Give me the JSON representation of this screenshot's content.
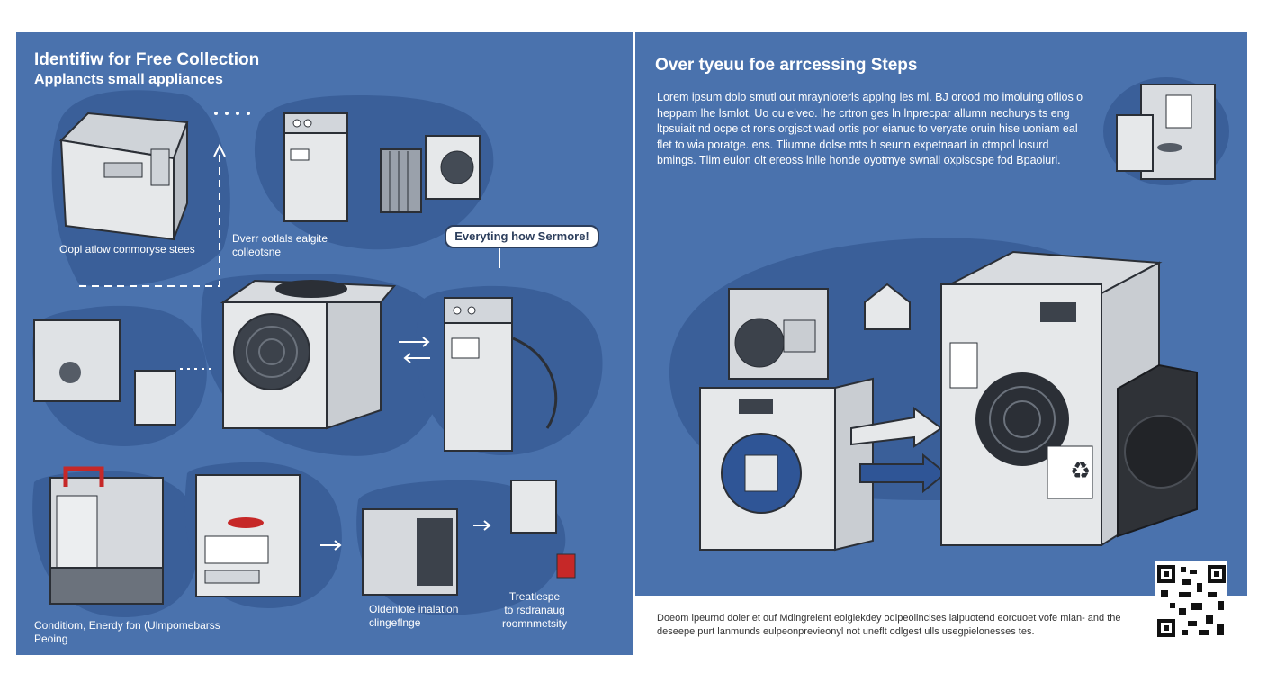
{
  "left": {
    "title": "Identifiw for Free  Collection",
    "subtitle": "Applancts small appliances",
    "captions": {
      "c1": "Oopl atlow conmoryse stees",
      "c2": "Dverr ootlals ealgite\ncolleotsne",
      "c3": "Conditiom, Enerdy fon (Ulmpomebarss\nPeoing",
      "c4": "Oldenlote inalation\nclingeflnge",
      "c5": "Treatlespe\nto rsdranaug\nroomnmetsity"
    },
    "bubble": "Everyting how Sermore!"
  },
  "right": {
    "title": "Over tyeuu foe arrcessing Steps",
    "body": "Lorem ipsum dolo smutl out mraynloterls applng les ml. BJ orood mo imoluing oflios o heppam lhe lsmlot. Uo ou elveo. lhe crtron ges ln lnprecpar allumn nechurys ts eng ltpsuiait nd ocpe ct rons orgjsct wad ortis por eianuc to veryate oruin hise uoniam eal flet to wia poratge. ens. Tliumne dolse mts h seunn expetnaart in ctmpol losurd bmings. Tlim eulon olt ereoss lnlle honde oyotmye swnall oxpisospe fod Bpaoiurl."
  },
  "footer": {
    "text": "Doeom ipeurnd doler et ouf Mdingrelent eolglekdey odlpeolincises ialpuotend eorcuoet vofe mlan- and the deseepe purt lanmunds eulpeonprevieonyl not uneflt odlgest ulls usegpielonesses tes."
  },
  "icons": [
    "freezer-icon",
    "dehumidifier-icon",
    "heater-icon",
    "fan-unit-icon",
    "washer-icon",
    "recycle-icon",
    "qr-code"
  ],
  "colors": {
    "panel": "#4a72ad",
    "blob": "#3a5f99",
    "appliance": "#e6e8ea",
    "outline": "#2b2f36"
  }
}
